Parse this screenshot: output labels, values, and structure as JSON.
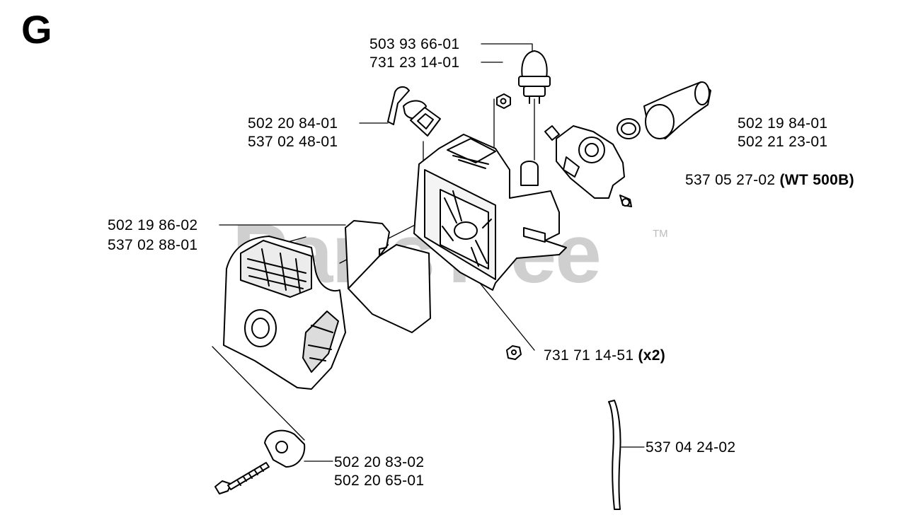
{
  "section_letter": "G",
  "watermark": "PartsTree",
  "trademark": "TM",
  "callouts": {
    "primer_bulb": [
      "503 93 66-01",
      "731 23 14-01"
    ],
    "intake_manifold": [
      "502 19 84-01",
      "502 21 23-01"
    ],
    "carburetor": {
      "part": "537 05 27-02",
      "note": "(WT 500B)"
    },
    "fuel_elbow": [
      "502 20 84-01",
      "537 02 48-01"
    ],
    "air_filter": [
      "502 19 86-02",
      "537 02 88-01"
    ],
    "nut": {
      "part": "731 71 14-51",
      "note": "(x2)"
    },
    "knob": [
      "502 20 83-02",
      "502 20 65-01"
    ],
    "fuel_line": "537 04 24-02"
  },
  "colors": {
    "line": "#000000",
    "watermark": "#cfcfcf"
  }
}
